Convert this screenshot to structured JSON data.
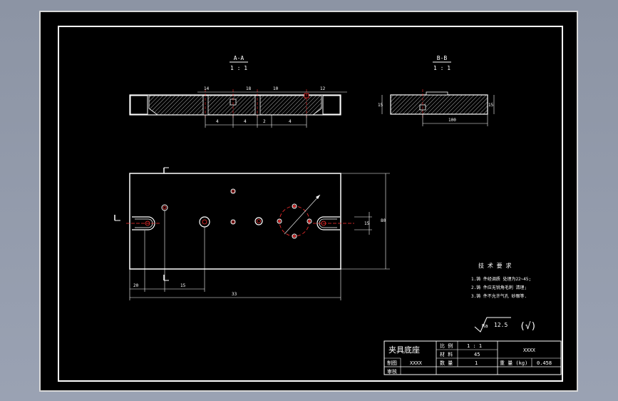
{
  "drawing": {
    "section_a": {
      "label": "A-A",
      "scale": "1 : 1"
    },
    "section_b": {
      "label": "B-B",
      "scale": "1 : 1"
    },
    "section_a_dims": {
      "top": [
        "14",
        "18",
        "10",
        "12"
      ],
      "bottom": [
        "4",
        "4",
        "2",
        "4"
      ]
    },
    "section_b_dims": {
      "width": "100",
      "height_left": "15",
      "height_right": "15"
    },
    "plan_dims": {
      "bottom_total": "33",
      "bottom_left": "20",
      "bottom_mid": "15",
      "right_height": "80",
      "slot": "15"
    }
  },
  "tech": {
    "title": "技 术 要 求",
    "items": [
      "1.铸 件经调质 处理为22~45;",
      "2.铸 件应无锐角毛刺 清理;",
      "3.铸 件不允许气孔 砂眼等."
    ]
  },
  "roughness": {
    "value": "12.5",
    "symbol": "(√)"
  },
  "title_block": {
    "part_name": "夹具底座",
    "scale_label": "比 例",
    "scale_value": "1 : 1",
    "drawing_no": "XXXX",
    "material_label": "材 料",
    "material_value": "45",
    "drawn_label": "制图",
    "drawn_value": "XXXX",
    "qty_label": "数 量",
    "qty_value": "1",
    "weight_label": "重 量 (kg)",
    "weight_value": "0.458",
    "check_label": "审核"
  }
}
